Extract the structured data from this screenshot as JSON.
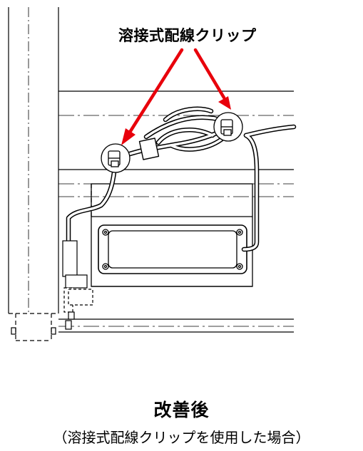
{
  "figure": {
    "callout_label": "溶接式配線クリップ",
    "arrow_color": "#e8000b",
    "line_color": "#000000"
  },
  "caption": {
    "title": "改善後",
    "subtitle": "（溶接式配線クリップを使用した場合）"
  }
}
